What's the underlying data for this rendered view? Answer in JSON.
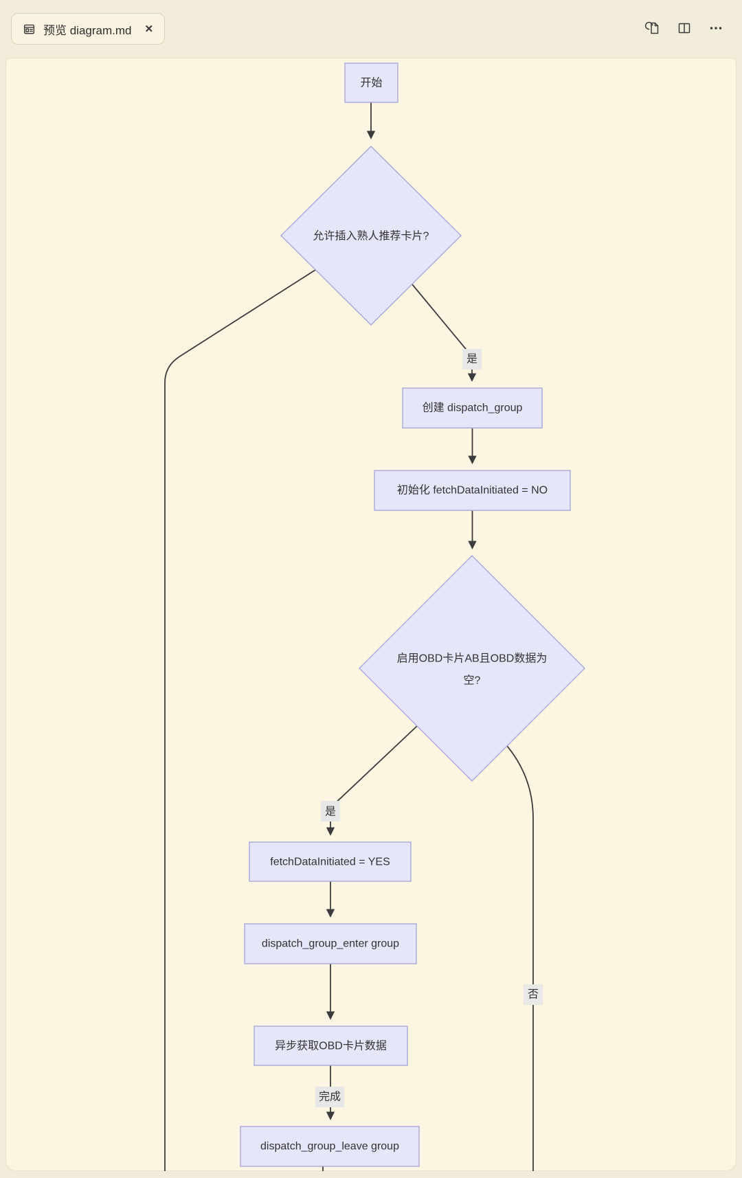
{
  "tab_bar": {
    "tab": {
      "icon": "markdown-preview-icon",
      "title": "预览 diagram.md",
      "close_glyph": "✕"
    },
    "actions": [
      {
        "name": "open-changes-icon"
      },
      {
        "name": "split-editor-icon"
      },
      {
        "name": "more-actions-icon"
      }
    ]
  },
  "flowchart": {
    "nodes": {
      "start": {
        "label": "开始"
      },
      "decision_recommend": {
        "label": "允许插入熟人推荐卡片?"
      },
      "create_group": {
        "label": "创建 dispatch_group"
      },
      "init_flag": {
        "label": "初始化 fetchDataInitiated = NO"
      },
      "decision_obd": {
        "label": "启用OBD卡片AB且OBD数据为空?",
        "line1": "启用OBD卡片AB且OBD数据为",
        "line2": "空?"
      },
      "set_flag": {
        "label": "fetchDataInitiated = YES"
      },
      "enter_group": {
        "label": "dispatch_group_enter group"
      },
      "fetch_data": {
        "label": "异步获取OBD卡片数据"
      },
      "leave_group": {
        "label": "dispatch_group_leave group"
      }
    },
    "edge_labels": {
      "yes1": "是",
      "yes2": "是",
      "done": "完成",
      "no": "否"
    },
    "colors": {
      "node_fill": "#E6E6FA",
      "node_border": "#A8A8DC",
      "edge": "#3B3B3B",
      "label_bg": "#E8E8E8",
      "text": "#333333",
      "panel_bg": "#FCF5E1",
      "window_bg": "#F2ECDA"
    }
  }
}
